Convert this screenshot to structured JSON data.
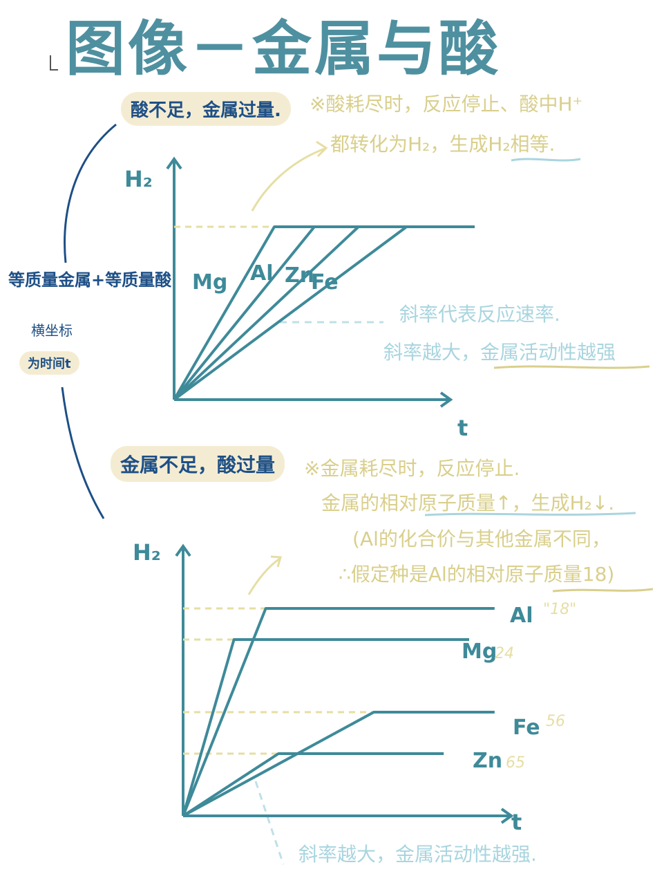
{
  "title": "图像－金属与酸",
  "left": {
    "main_label": "等质量金属+等质量酸",
    "axis_note_1": "横坐标",
    "axis_note_2": "为时间t"
  },
  "top": {
    "heading": "酸不足，金属过量.",
    "note_lines": [
      "※酸耗尽时，反应停止、酸中H⁺",
      "都转化为H₂，生成H₂相等."
    ],
    "slope_lines": [
      "斜率代表反应速率.",
      "斜率越大，金属活动性越强"
    ]
  },
  "bottom": {
    "heading": "金属不足，酸过量",
    "note_lines": [
      "※金属耗尽时，反应停止.",
      "金属的相对原子质量↑，生成H₂↓.",
      "(Al的化合价与其他金属不同，",
      "∴假定种是Al的相对原子质量18)"
    ],
    "slope_line": "斜率越大，金属活动性越强."
  },
  "chart_data": [
    {
      "type": "line",
      "ylabel": "H₂",
      "xlabel": "t",
      "series": [
        {
          "name": "Mg",
          "points": [
            [
              0,
              0
            ],
            [
              2.5,
              10
            ],
            [
              7.5,
              10
            ]
          ]
        },
        {
          "name": "Al",
          "points": [
            [
              0,
              0
            ],
            [
              3.5,
              10
            ],
            [
              7.5,
              10
            ]
          ]
        },
        {
          "name": "Zn",
          "points": [
            [
              0,
              0
            ],
            [
              4.6,
              10
            ],
            [
              7.5,
              10
            ]
          ]
        },
        {
          "name": "Fe",
          "points": [
            [
              0,
              0
            ],
            [
              5.8,
              10
            ],
            [
              7.5,
              10
            ]
          ]
        }
      ]
    },
    {
      "type": "line",
      "ylabel": "H₂",
      "xlabel": "t",
      "series": [
        {
          "name": "Al",
          "value_note": "\"18\"",
          "points": [
            [
              0,
              0
            ],
            [
              1.3,
              10
            ],
            [
              4.9,
              10
            ]
          ]
        },
        {
          "name": "Mg",
          "value_note": "24",
          "points": [
            [
              0,
              0
            ],
            [
              0.8,
              8.5
            ],
            [
              4.5,
              8.5
            ]
          ]
        },
        {
          "name": "Fe",
          "value_note": "56",
          "points": [
            [
              0,
              0
            ],
            [
              3.0,
              5.0
            ],
            [
              4.9,
              5.0
            ]
          ]
        },
        {
          "name": "Zn",
          "value_note": "65",
          "points": [
            [
              0,
              0
            ],
            [
              1.5,
              3.0
            ],
            [
              4.1,
              3.0
            ]
          ]
        }
      ]
    }
  ],
  "colors": {
    "line": "#3e8a99",
    "dash_yellow": "#e6dea3",
    "dash_blue": "#bfe0e7",
    "text_blue": "#1d4f86"
  }
}
